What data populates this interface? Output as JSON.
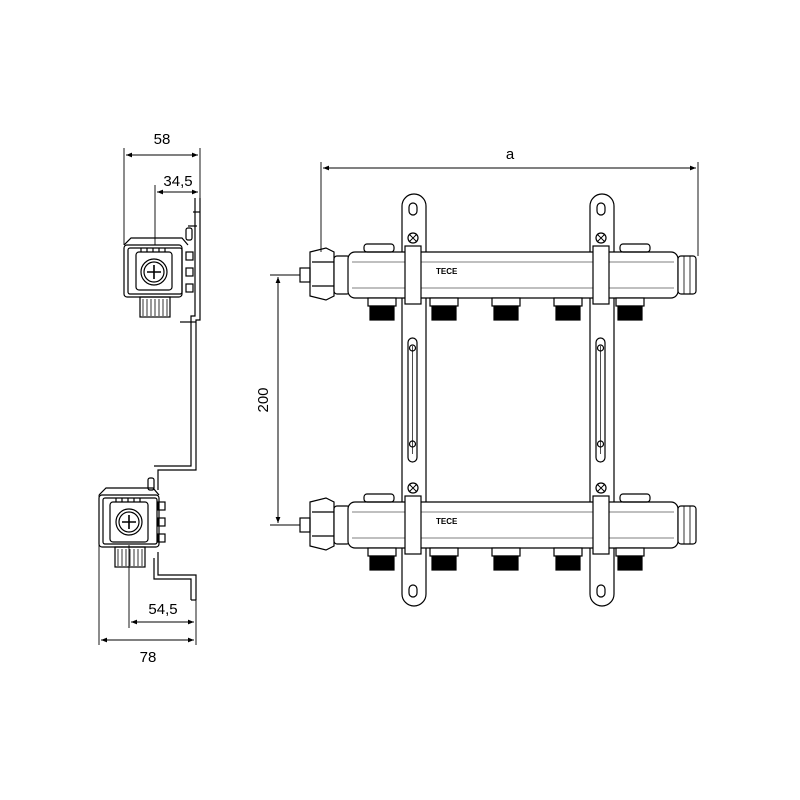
{
  "dimensions": {
    "side_top_width": "58",
    "side_top_offset": "34,5",
    "side_bottom_offset": "54,5",
    "side_bottom_width": "78",
    "vertical_spacing": "200",
    "length": "a"
  },
  "brand": {
    "top_label": "TECE",
    "bottom_label": "TECE"
  },
  "colors": {
    "stroke": "#000000",
    "background": "#ffffff"
  },
  "outlet_count_per_bar": 5
}
